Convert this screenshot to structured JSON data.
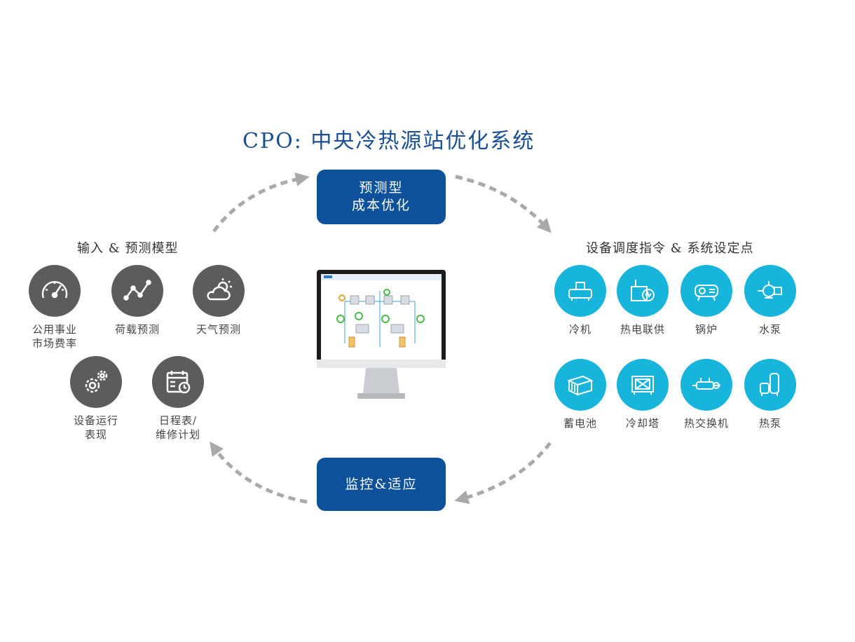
{
  "title": "CPO: 中央冷热源站优化系统",
  "top_box": {
    "line1": "预测型",
    "line2": "成本优化"
  },
  "bottom_box": {
    "label": "监控&适应"
  },
  "left": {
    "title": "输入 & 预测模型",
    "items": [
      {
        "line1": "公用事业",
        "line2": "市场费率",
        "icon": "gauge-icon"
      },
      {
        "line1": "荷载预测",
        "line2": "",
        "icon": "trend-line-icon"
      },
      {
        "line1": "天气预测",
        "line2": "",
        "icon": "weather-icon"
      },
      {
        "line1": "设备运行",
        "line2": "表现",
        "icon": "gears-icon"
      },
      {
        "line1": "日程表/",
        "line2": "维修计划",
        "icon": "calendar-icon"
      }
    ]
  },
  "right": {
    "title": "设备调度指令 & 系统设定点",
    "items": [
      {
        "label": "冷机",
        "icon": "chiller-icon"
      },
      {
        "label": "热电联供",
        "icon": "chp-icon"
      },
      {
        "label": "锅炉",
        "icon": "boiler-icon"
      },
      {
        "label": "水泵",
        "icon": "pump-icon"
      },
      {
        "label": "蓄电池",
        "icon": "battery-icon"
      },
      {
        "label": "冷却塔",
        "icon": "cooling-tower-icon"
      },
      {
        "label": "热交换机",
        "icon": "heat-exchanger-icon"
      },
      {
        "label": "热泵",
        "icon": "heat-pump-icon"
      }
    ]
  },
  "colors": {
    "title": "#1a4f93",
    "box": "#0d519b",
    "gray_circle": "#5c5c5c",
    "cyan_circle": "#17b4dc",
    "arrow": "#a9a9a9"
  }
}
